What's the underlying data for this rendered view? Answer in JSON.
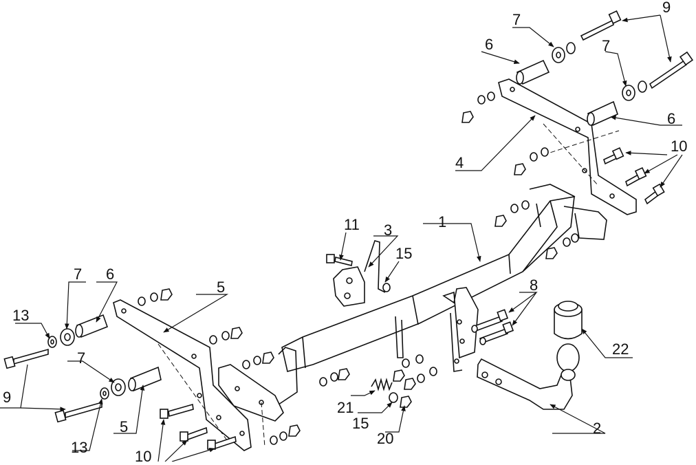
{
  "labels": {
    "p1": "1",
    "p2": "2",
    "p3": "3",
    "p4": "4",
    "p5a": "5",
    "p5b": "5",
    "p6a": "6",
    "p6b": "6",
    "p6c": "6",
    "p7a": "7",
    "p7b": "7",
    "p7c": "7",
    "p7d": "7",
    "p8": "8",
    "p9a": "9",
    "p9b": "9",
    "p10a": "10",
    "p10b": "10",
    "p11": "11",
    "p13a": "13",
    "p13b": "13",
    "p15a": "15",
    "p15b": "15",
    "p20": "20",
    "p21": "21",
    "p22": "22"
  }
}
